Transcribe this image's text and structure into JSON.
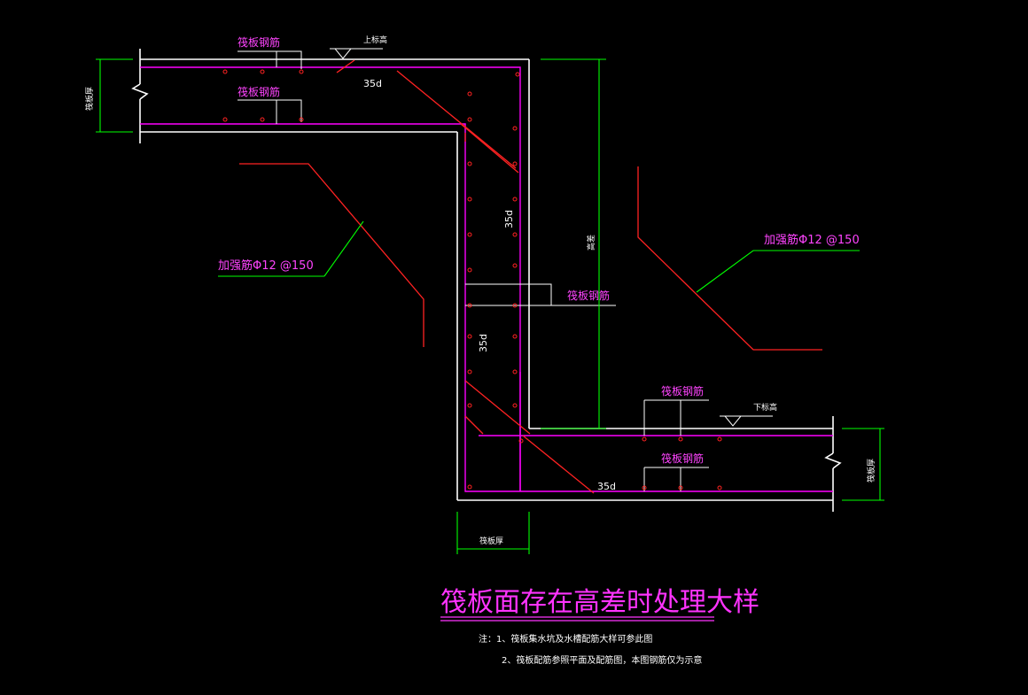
{
  "title": "筏板面存在高差时处理大样",
  "notes": [
    "注：1、筏板集水坑及水槽配筋大样可参此图",
    "2、筏板配筋参照平面及配筋图，本图钢筋仅为示意"
  ],
  "labels": {
    "raft_rebar": "筏板钢筋",
    "upper_elevation": "上标高",
    "lower_elevation": "下标高",
    "anchor_length": "35d",
    "reinforcing_bar": "加强筋Φ12 @150",
    "raft_thickness": "筏板厚",
    "height_difference": "高差"
  },
  "colors": {
    "background": "#000000",
    "concrete_outline": "#ffffff",
    "rebar_magenta": "#ff00ff",
    "rebar_dot_red": "#ff0000",
    "reinforcing_red": "#ff0000",
    "dimension_green": "#00ff00",
    "title_magenta": "#ff33ff"
  }
}
